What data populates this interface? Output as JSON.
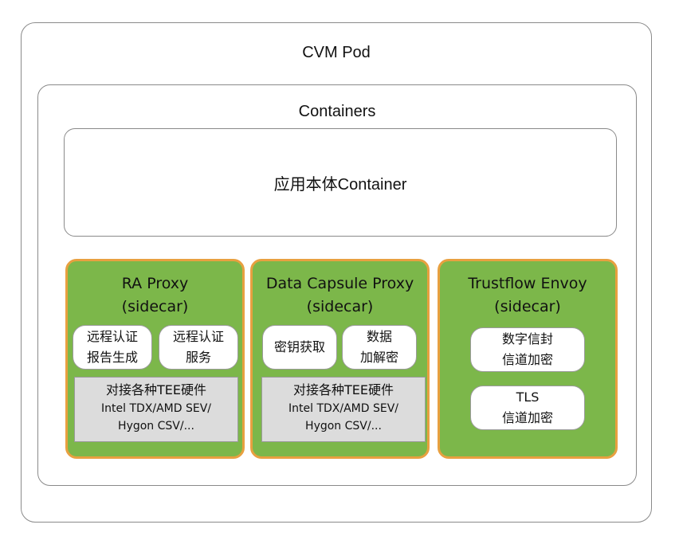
{
  "pod": {
    "title": "CVM Pod"
  },
  "containers": {
    "title": "Containers"
  },
  "app_container": {
    "label": "应用本体Container"
  },
  "colors": {
    "sidecar_fill": "#7cb74a",
    "sidecar_border": "#e8a040",
    "hardware_fill": "#dcdcdc",
    "outline": "#8a8a8a"
  },
  "sidecars": [
    {
      "title_line1": "RA Proxy",
      "title_line2": "(sidecar)",
      "features": [
        {
          "line1": "远程认证",
          "line2": "报告生成"
        },
        {
          "line1": "远程认证",
          "line2": "服务"
        }
      ],
      "hardware": {
        "line1": "对接各种TEE硬件",
        "line2": "Intel TDX/AMD SEV/",
        "line3": "Hygon CSV/..."
      }
    },
    {
      "title_line1": "Data Capsule Proxy",
      "title_line2": "(sidecar)",
      "features": [
        {
          "line1": "密钥获取",
          "line2": ""
        },
        {
          "line1": "数据",
          "line2": "加解密"
        }
      ],
      "hardware": {
        "line1": "对接各种TEE硬件",
        "line2": "Intel TDX/AMD SEV/",
        "line3": "Hygon CSV/..."
      }
    },
    {
      "title_line1": "Trustflow Envoy",
      "title_line2": "(sidecar)",
      "features": [
        {
          "line1": "数字信封",
          "line2": "信道加密"
        },
        {
          "line1": "TLS",
          "line2": "信道加密"
        }
      ]
    }
  ]
}
